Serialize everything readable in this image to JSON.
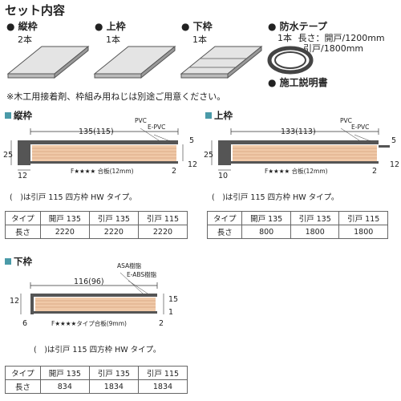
{
  "header": {
    "title": "セット内容"
  },
  "items": [
    {
      "name": "縦枠",
      "qty": "2本"
    },
    {
      "name": "上枠",
      "qty": "1本"
    },
    {
      "name": "下枠",
      "qty": "1本"
    },
    {
      "name": "防水テープ",
      "qty": "1本",
      "length_label": "長さ：開戸/1200mm",
      "length_label2": "引戸/1800mm"
    },
    {
      "name": "施工説明書"
    }
  ],
  "note": "※木工用接着剤、枠組み用ねじは別途ご用意ください。",
  "sections": {
    "tate": {
      "title": "縦枠",
      "dims": {
        "width": "135(115)",
        "h": "25",
        "t1": "5",
        "t2": "2",
        "t3": "12",
        "bottom": "12"
      },
      "labels": {
        "pvc": "PVC",
        "epvc": "E-PVC",
        "ply": "F★★★★ 合板(12mm)"
      },
      "caption": "(　)は引戸 115 四方枠 HW タイプ。",
      "table": {
        "headers": [
          "タイプ",
          "開戸 135",
          "引戸 135",
          "引戸 115"
        ],
        "row": [
          "長さ",
          "2220",
          "2220",
          "2220"
        ]
      }
    },
    "kami": {
      "title": "上枠",
      "dims": {
        "width": "133(113)",
        "h": "25",
        "t1": "5",
        "t2": "2",
        "t3": "12",
        "bottom": "10"
      },
      "labels": {
        "pvc": "PVC",
        "epvc": "E-PVC",
        "ply": "F★★★★ 合板(12mm)"
      },
      "caption": "(　)は引戸 115 四方枠 HW タイプ。",
      "table": {
        "headers": [
          "タイプ",
          "開戸 135",
          "引戸 135",
          "引戸 115"
        ],
        "row": [
          "長さ",
          "800",
          "1800",
          "1800"
        ]
      }
    },
    "shita": {
      "title": "下枠",
      "dims": {
        "width": "116(96)",
        "h": "12",
        "t1": "15",
        "t2": "1",
        "left": "6",
        "right": "2"
      },
      "labels": {
        "asa": "ASA樹脂",
        "eabs": "E-ABS樹脂",
        "ply": "F★★★★タイプ合板(9mm)"
      },
      "caption": "(　)は引戸 115 四方枠 HW タイプ。",
      "table": {
        "headers": [
          "タイプ",
          "開戸 135",
          "引戸 135",
          "引戸 115"
        ],
        "row": [
          "長さ",
          "834",
          "1834",
          "1834"
        ]
      }
    }
  }
}
